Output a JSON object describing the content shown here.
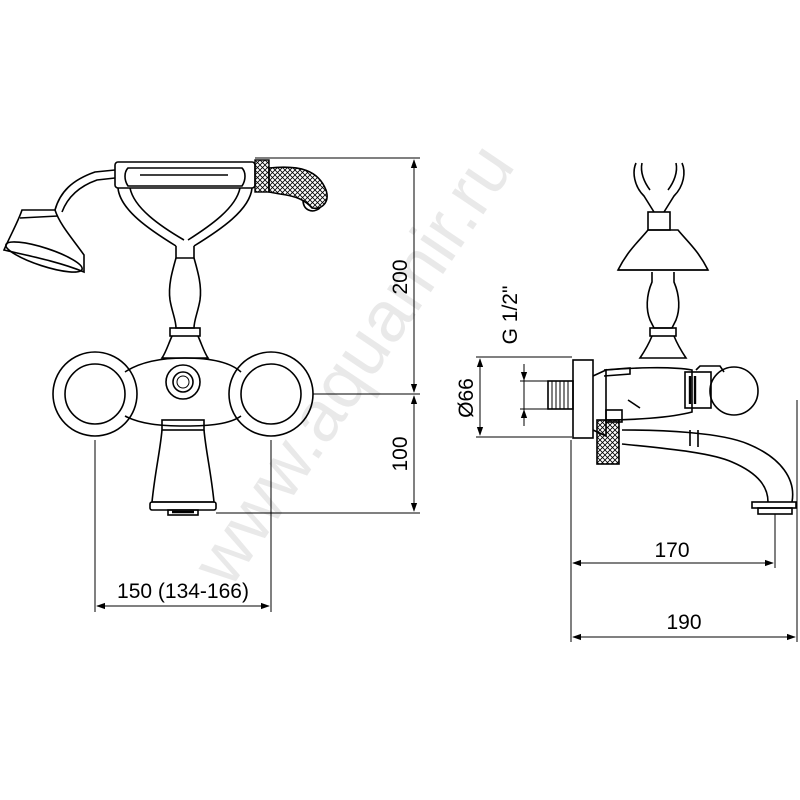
{
  "watermark": "www.aquamir.ru",
  "front_view": {
    "dim_height_top": "200",
    "dim_height_bottom": "100",
    "dim_width": "150 (134-166)"
  },
  "side_view": {
    "dim_thread": "G 1/2\"",
    "dim_diameter": "Ø66",
    "dim_spout_reach": "170",
    "dim_total_depth": "190"
  }
}
